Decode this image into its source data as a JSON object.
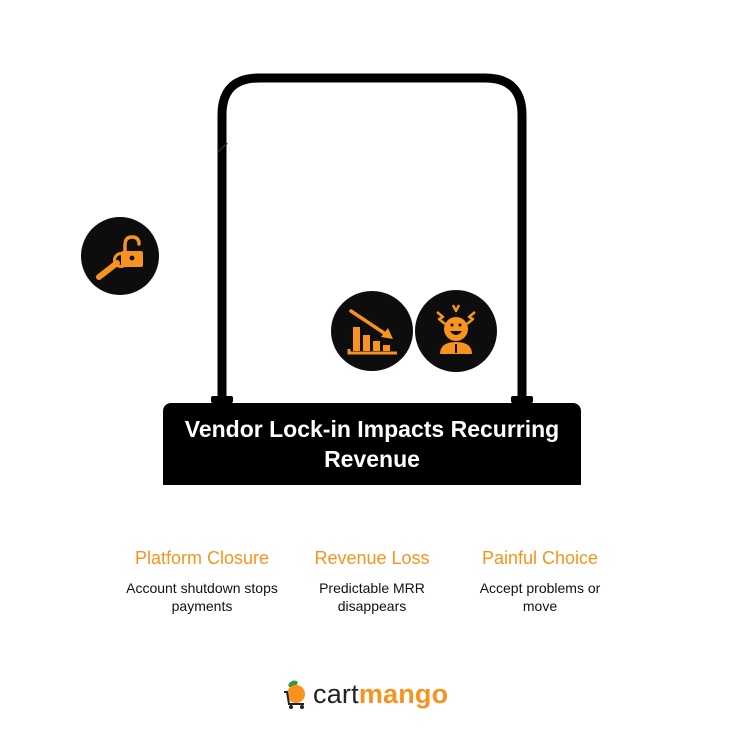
{
  "title": "Vendor Lock-in Impacts Recurring Revenue",
  "icons": {
    "unlock": "unlock-key-icon",
    "decline": "declining-chart-icon",
    "stress": "stressed-person-icon"
  },
  "impacts": [
    {
      "heading": "Platform Closure",
      "description": "Account shutdown stops payments"
    },
    {
      "heading": "Revenue Loss",
      "description": "Predictable MRR disappears"
    },
    {
      "heading": "Painful Choice",
      "description": "Accept problems or move"
    }
  ],
  "logo": {
    "part1": "cart",
    "part2": "mango"
  },
  "colors": {
    "accent": "#f7931e",
    "dark": "#0d0d0d",
    "text": "#111111"
  }
}
